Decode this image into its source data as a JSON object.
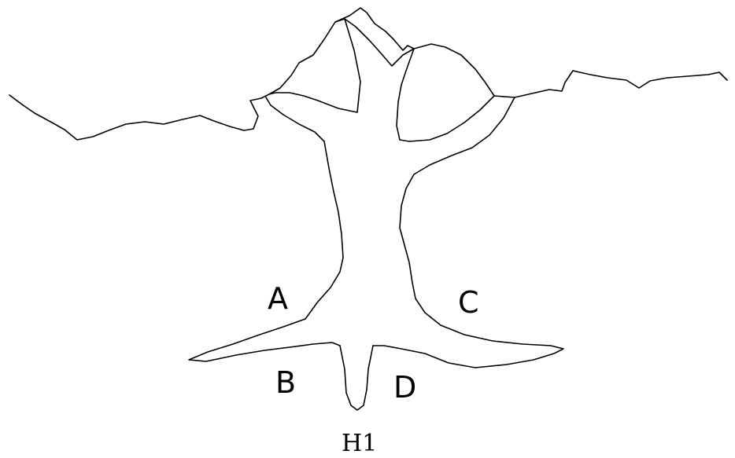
{
  "figure": {
    "labels": {
      "a": "A",
      "b": "B",
      "c": "C",
      "d": "D"
    },
    "caption": "H1",
    "line_color": "#000000",
    "background_color": "#ffffff"
  }
}
